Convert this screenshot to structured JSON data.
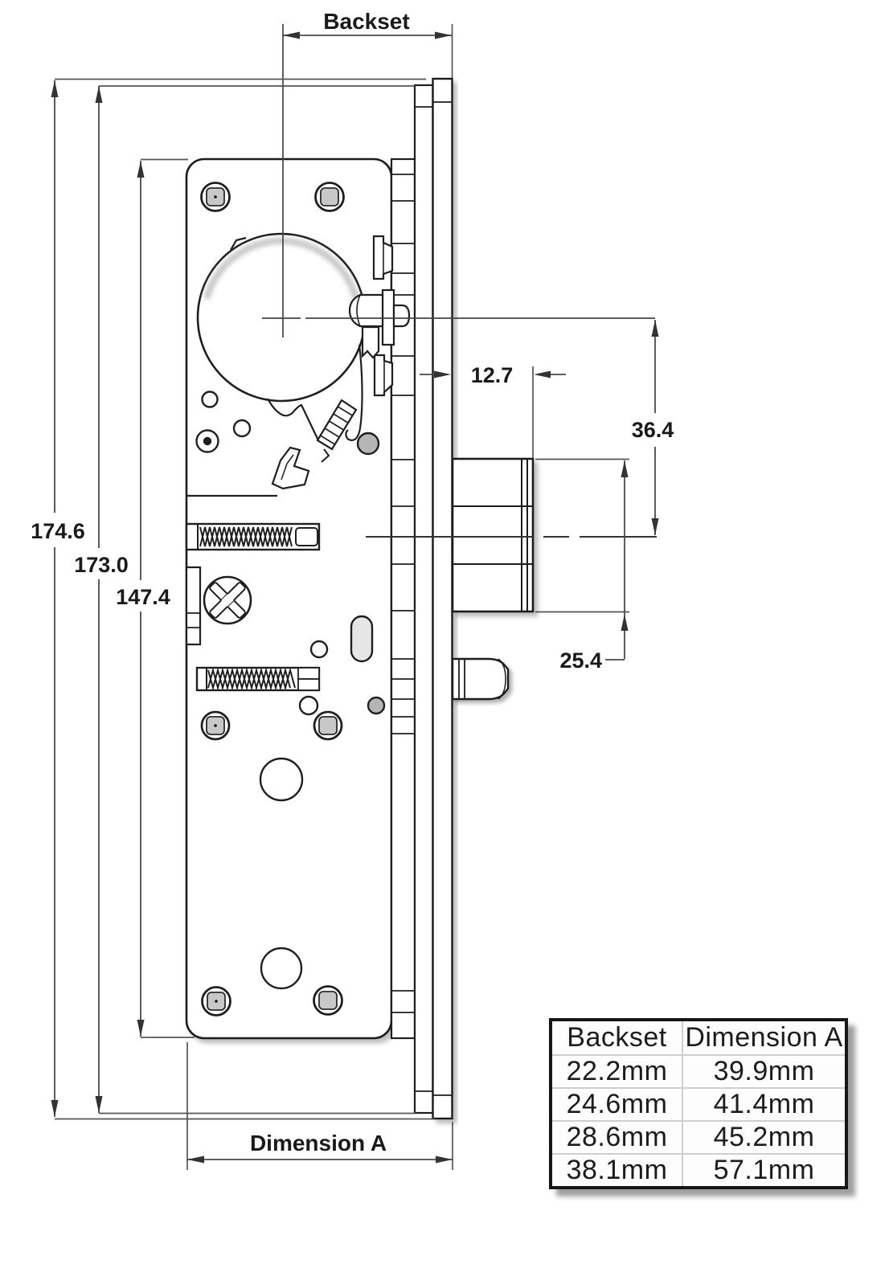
{
  "diagram": {
    "description": "Deadlatch lock body side-view dimensional drawing",
    "dimension_labels": {
      "backset": "Backset",
      "overall_height": "174.6",
      "second_height": "173.0",
      "plate_height": "147.4",
      "faceplate_protrusion": "12.7",
      "cylinder_to_latch_center": "36.4",
      "latch_body_height": "25.4",
      "dimension_a": "Dimension A"
    }
  },
  "table": {
    "headers": {
      "backset": "Backset",
      "dimension_a": "Dimension A"
    },
    "rows": [
      {
        "backset": "22.2mm",
        "dimension_a": "39.9mm"
      },
      {
        "backset": "24.6mm",
        "dimension_a": "41.4mm"
      },
      {
        "backset": "28.6mm",
        "dimension_a": "45.2mm"
      },
      {
        "backset": "38.1mm",
        "dimension_a": "57.1mm"
      }
    ]
  },
  "colors": {
    "outline": "#1f1f1f",
    "dimension_line": "#4a4a4a",
    "fill": "#ffffff",
    "inner_gray": "#c8c8c8",
    "table_border": "#161616",
    "table_divider": "#cfcfcf"
  }
}
